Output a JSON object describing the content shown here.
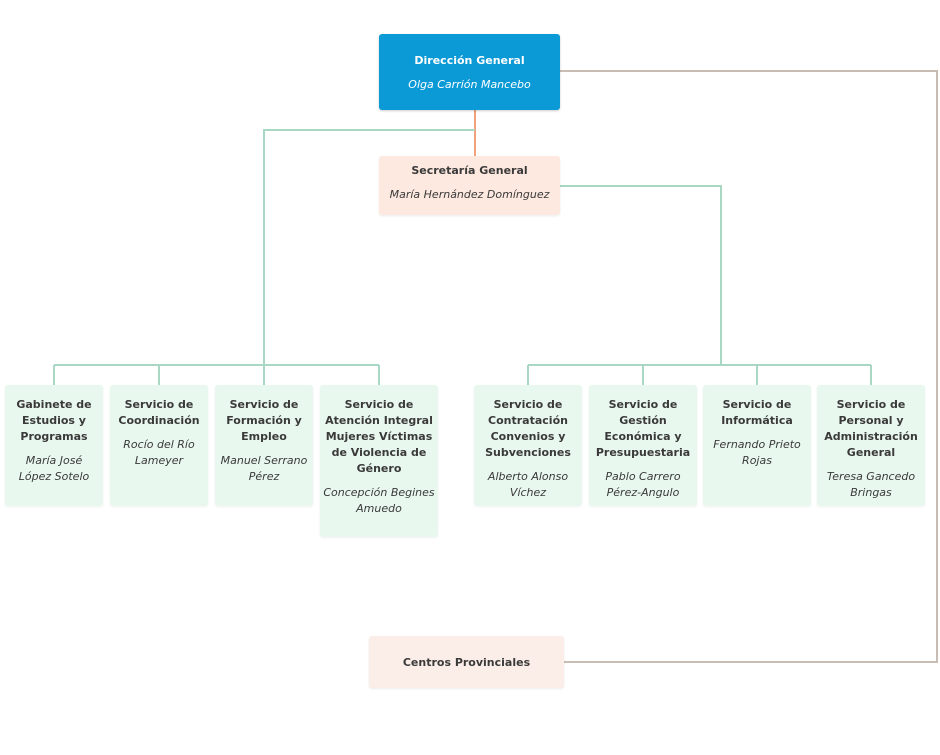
{
  "direccion": {
    "title": "Dirección General",
    "name": "Olga Carrión Mancebo",
    "color": "#0b9ad6"
  },
  "secretaria": {
    "title": "Secretaría General",
    "name": "María Hernández Domínguez",
    "color": "#fde9df"
  },
  "servicios": [
    {
      "title": "Gabinete de Estudios y Programas",
      "name": "María José López Sotelo"
    },
    {
      "title": "Servicio de Coordinación",
      "name": "Rocío del Río Lameyer"
    },
    {
      "title": "Servicio de Formación y Empleo",
      "name": "Manuel Serrano Pérez"
    },
    {
      "title": "Servicio de Atención Integral Mujeres Víctimas de Violencia de Género",
      "name": "Concepción Begines Amuedo"
    },
    {
      "title": "Servicio de Contratación Convenios y Subvenciones",
      "name": "Alberto Alonso Víchez"
    },
    {
      "title": "Servicio de Gestión Económica y Presupuestaria",
      "name": "Pablo Carrero Pérez-Angulo"
    },
    {
      "title": "Servicio de Informática",
      "name": "Fernando Prieto Rojas"
    },
    {
      "title": "Servicio de Personal y Administración General",
      "name": "Teresa Gancedo Bringas"
    }
  ],
  "centros": {
    "title": "Centros Provinciales"
  },
  "colors": {
    "green_line": "#a8d8c4",
    "orange_line": "#f0a27a",
    "grey_line": "#c9bdb3",
    "service_bg": "#e9f8ee"
  }
}
